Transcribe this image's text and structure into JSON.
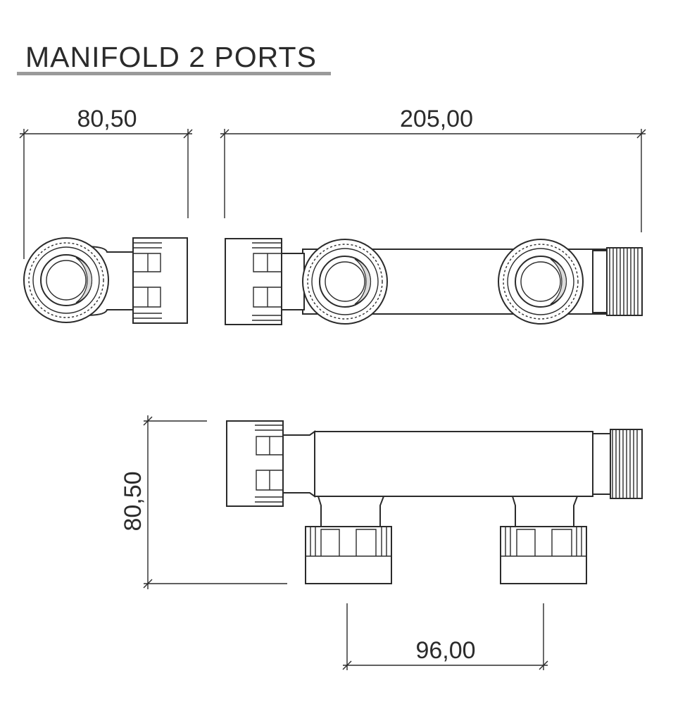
{
  "title": "MANIFOLD 2 PORTS",
  "dimensions": {
    "side_width": "80,50",
    "overall_length": "205,00",
    "height": "80,50",
    "port_spacing": "96,00"
  },
  "colors": {
    "line": "#2b2b2b",
    "title_rule": "#9a9a9a",
    "background": "#ffffff"
  }
}
